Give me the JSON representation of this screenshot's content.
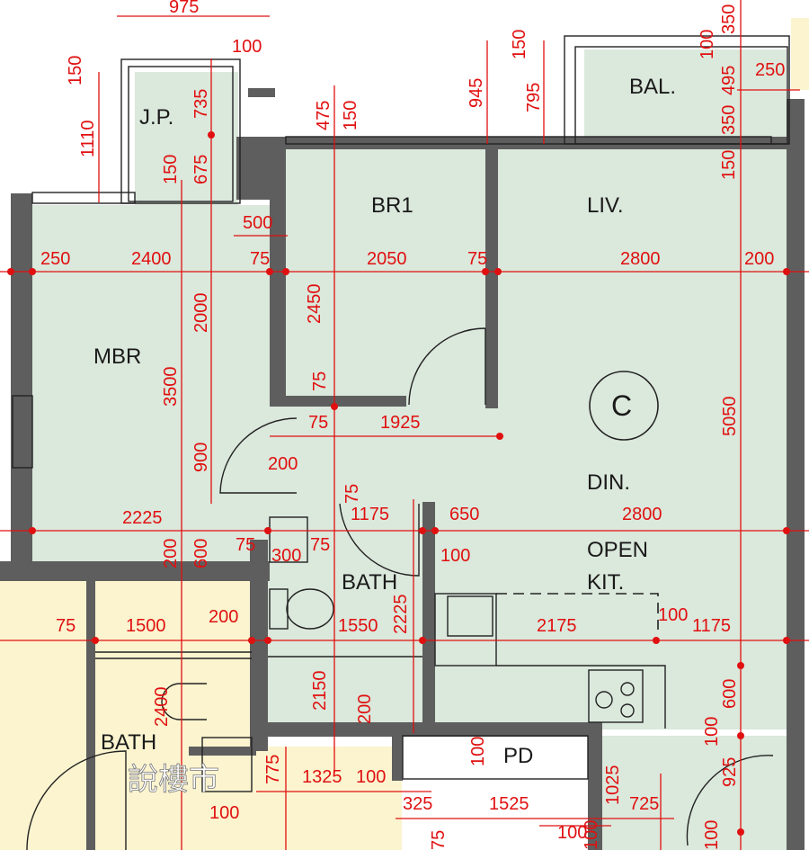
{
  "plan": {
    "unit_label": "C",
    "rooms": {
      "jp": "J.P.",
      "br1": "BR1",
      "liv": "LIV.",
      "bal": "BAL.",
      "mbr": "MBR",
      "din": "DIN.",
      "open_kit_line1": "OPEN",
      "open_kit_line2": "KIT.",
      "bath_main": "BATH",
      "bath_left": "BATH",
      "pd": "PD"
    },
    "dimensions_h": [
      {
        "id": "d975",
        "text": "975"
      },
      {
        "id": "d100a",
        "text": "100"
      },
      {
        "id": "d250a",
        "text": "250"
      },
      {
        "id": "d2400",
        "text": "2400"
      },
      {
        "id": "d75a",
        "text": "75"
      },
      {
        "id": "d2050",
        "text": "2050"
      },
      {
        "id": "d75b",
        "text": "75"
      },
      {
        "id": "d2800a",
        "text": "2800"
      },
      {
        "id": "d200a",
        "text": "200"
      },
      {
        "id": "d500",
        "text": "500"
      },
      {
        "id": "d75c",
        "text": "75"
      },
      {
        "id": "d1925",
        "text": "1925"
      },
      {
        "id": "d200b",
        "text": "200"
      },
      {
        "id": "d2225",
        "text": "2225"
      },
      {
        "id": "d1175a",
        "text": "1175"
      },
      {
        "id": "d650",
        "text": "650"
      },
      {
        "id": "d2800b",
        "text": "2800"
      },
      {
        "id": "d75d",
        "text": "75"
      },
      {
        "id": "d300",
        "text": "300"
      },
      {
        "id": "d75e",
        "text": "75"
      },
      {
        "id": "d100b",
        "text": "100"
      },
      {
        "id": "d75f",
        "text": "75"
      },
      {
        "id": "d1500",
        "text": "1500"
      },
      {
        "id": "d200c",
        "text": "200"
      },
      {
        "id": "d1550",
        "text": "1550"
      },
      {
        "id": "d2175",
        "text": "2175"
      },
      {
        "id": "d100c",
        "text": "100"
      },
      {
        "id": "d1175b",
        "text": "1175"
      },
      {
        "id": "d1325",
        "text": "1325"
      },
      {
        "id": "d100d",
        "text": "100"
      },
      {
        "id": "d325",
        "text": "325"
      },
      {
        "id": "d1525",
        "text": "1525"
      },
      {
        "id": "d725",
        "text": "725"
      },
      {
        "id": "d100e",
        "text": "100"
      },
      {
        "id": "d100f",
        "text": "100"
      },
      {
        "id": "d250b",
        "text": "250"
      }
    ],
    "dimensions_v": [
      {
        "id": "v150a",
        "text": "150"
      },
      {
        "id": "v1110",
        "text": "1110"
      },
      {
        "id": "v735",
        "text": "735"
      },
      {
        "id": "v150b",
        "text": "150"
      },
      {
        "id": "v675",
        "text": "675"
      },
      {
        "id": "v475",
        "text": "475"
      },
      {
        "id": "v150c",
        "text": "150"
      },
      {
        "id": "v945",
        "text": "945"
      },
      {
        "id": "v150d",
        "text": "150"
      },
      {
        "id": "v795",
        "text": "795"
      },
      {
        "id": "v100a",
        "text": "100"
      },
      {
        "id": "v350a",
        "text": "350"
      },
      {
        "id": "v495",
        "text": "495"
      },
      {
        "id": "v350b",
        "text": "350"
      },
      {
        "id": "v150e",
        "text": "150"
      },
      {
        "id": "v2000",
        "text": "2000"
      },
      {
        "id": "v3500",
        "text": "3500"
      },
      {
        "id": "v2450",
        "text": "2450"
      },
      {
        "id": "v75a",
        "text": "75"
      },
      {
        "id": "v900",
        "text": "900"
      },
      {
        "id": "v5050",
        "text": "5050"
      },
      {
        "id": "v75b",
        "text": "75"
      },
      {
        "id": "v200a",
        "text": "200"
      },
      {
        "id": "v600a",
        "text": "600"
      },
      {
        "id": "v2225",
        "text": "2225"
      },
      {
        "id": "v2150",
        "text": "2150"
      },
      {
        "id": "v200b",
        "text": "200"
      },
      {
        "id": "v2400",
        "text": "2400"
      },
      {
        "id": "v600b",
        "text": "600"
      },
      {
        "id": "v100b",
        "text": "100"
      },
      {
        "id": "v925",
        "text": "925"
      },
      {
        "id": "v100c",
        "text": "100"
      },
      {
        "id": "v775",
        "text": "775"
      },
      {
        "id": "v100d",
        "text": "100"
      },
      {
        "id": "v1025",
        "text": "1025"
      },
      {
        "id": "v75c",
        "text": "75"
      },
      {
        "id": "v100e",
        "text": "100"
      }
    ],
    "watermark": "說樓市",
    "colors": {
      "room_fill": "#dbe8dc",
      "neighbor_fill": "#fbf4cf",
      "wall": "#5e5e5e",
      "dimension": "#e01010"
    }
  }
}
